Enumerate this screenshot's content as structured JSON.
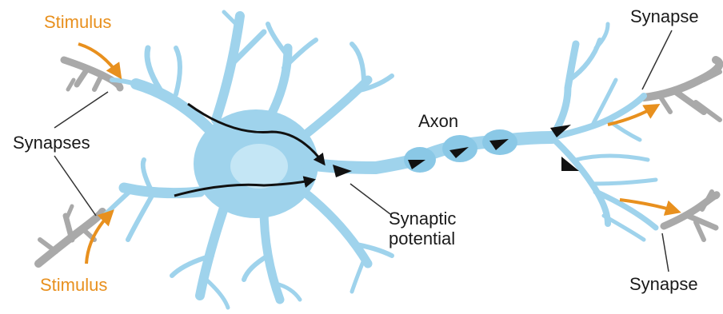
{
  "labels": {
    "stimulus_top": "Stimulus",
    "stimulus_bottom": "Stimulus",
    "synapses": "Synapses",
    "axon": "Axon",
    "synaptic_line1": "Synaptic",
    "synaptic_line2": "potential",
    "synapse_top": "Synapse",
    "synapse_bottom": "Synapse"
  },
  "colors": {
    "neuron": "#9fd3ec",
    "neuron_dark": "#8ac8e6",
    "nucleus": "#c4e6f5",
    "stimulus": "#e8901e",
    "other_neuron": "#a9a9a9",
    "signal_arrow": "#111111",
    "text": "#1a1a1a"
  }
}
